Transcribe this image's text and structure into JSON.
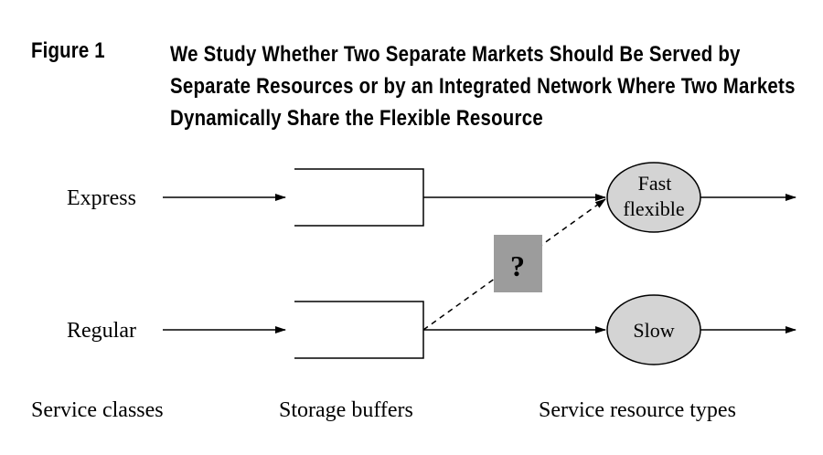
{
  "figure": {
    "label": "Figure 1",
    "title": "We Study Whether Two Separate Markets Should Be Served by Separate Resources or by an Integrated Network Where Two Markets Dynamically Share the Flexible Resource"
  },
  "diagram": {
    "service_classes": [
      "Express",
      "Regular"
    ],
    "resources": [
      {
        "line1": "Fast",
        "line2": "flexible"
      },
      {
        "line1": "Slow",
        "line2": ""
      }
    ],
    "unknown_link_symbol": "?",
    "column_labels": {
      "classes": "Service classes",
      "buffers": "Storage buffers",
      "resources": "Service resource types"
    },
    "colors": {
      "node_fill": "#d4d4d4",
      "question_box_fill": "#9c9c9c"
    }
  }
}
